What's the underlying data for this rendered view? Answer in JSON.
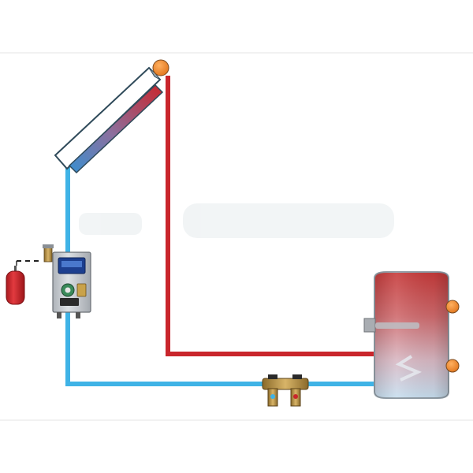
{
  "diagram": {
    "type": "solar-water-heating-schematic",
    "background": "#ffffff",
    "colors": {
      "hot_pipe": "#c9262c",
      "cold_pipe": "#3fb3e6",
      "sensor": "#ef8a2a",
      "expansion_vessel": "#d8262b",
      "controller_body": "#c9cdd2",
      "controller_screen": "#1d3f8f",
      "tank_top": "#c63a3a",
      "tank_bottom": "#c7dff0"
    },
    "components": {
      "solar_collector": "flat-plate-collector",
      "collector_sensor": "temperature-sensor",
      "pump_station": "pump-station-with-controller",
      "expansion_vessel": "expansion-vessel",
      "storage_tank": "hot-water-storage-tank",
      "tank_sensor_upper": "temperature-sensor",
      "tank_sensor_lower": "temperature-sensor",
      "heating_element": "electric-heating-element",
      "heat_exchanger": "solar-coil-heat-exchanger",
      "fill_drain_valve": "fill-and-drain-valve-assembly"
    },
    "connections": [
      {
        "name": "flow-line",
        "color": "hot",
        "from": "solar_collector",
        "to": "storage_tank"
      },
      {
        "name": "return-line",
        "color": "cold",
        "from": "storage_tank",
        "to": "pump_station"
      },
      {
        "name": "riser-line",
        "color": "cold",
        "from": "pump_station",
        "to": "solar_collector"
      }
    ]
  }
}
